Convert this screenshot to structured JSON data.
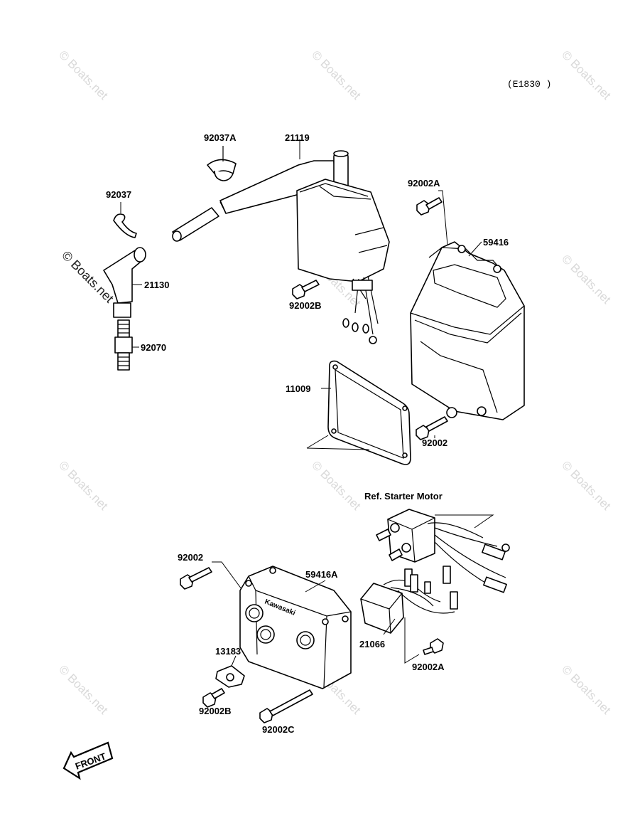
{
  "diagram_code": "(E1830 )",
  "watermark": "© Boats.net",
  "labels": {
    "p92037A": "92037A",
    "p21119": "21119",
    "p92037": "92037",
    "p92002A_top": "92002A",
    "p59416": "59416",
    "p21130": "21130",
    "p92002B_top": "92002B",
    "p92070": "92070",
    "p11009": "11009",
    "p92002_top": "92002",
    "ref_starter": "Ref. Starter Motor",
    "p92002_bottom": "92002",
    "p59416A": "59416A",
    "p21066": "21066",
    "p13183": "13183",
    "p92002A_bottom": "92002A",
    "p92002B_bottom": "92002B",
    "p92002C": "92002C"
  },
  "front_marker": "FRONT",
  "cover_brand": "Kawasaki"
}
